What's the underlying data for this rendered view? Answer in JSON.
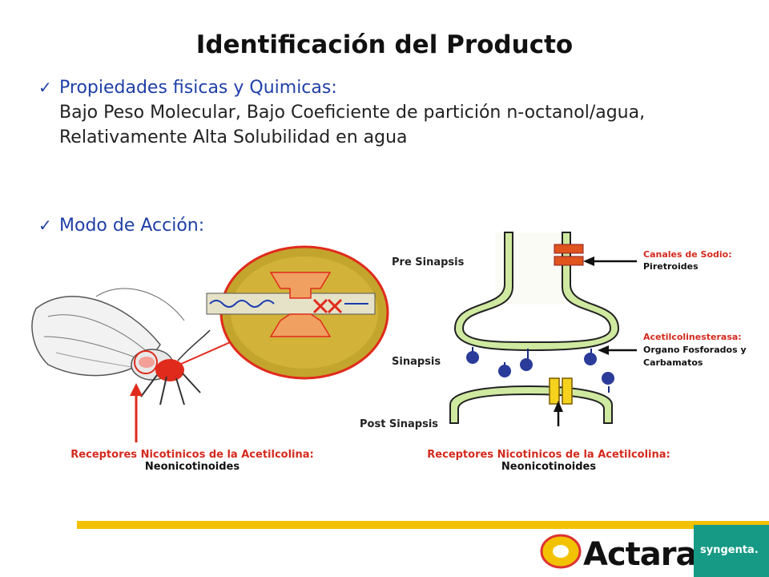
{
  "slide": {
    "title": "Identificación del Producto",
    "bullets": [
      {
        "heading": "Propiedades fisicas y Quimicas:",
        "lines": [
          "Bajo Peso Molecular, Bajo Coeficiente de partición n-octanol/agua,",
          "Relativamente Alta Solubilidad en agua"
        ]
      },
      {
        "heading": "Modo de Acción:"
      }
    ]
  },
  "diagram": {
    "labels": {
      "pre": "Pre Sinapsis",
      "sinapsis": "Sinapsis",
      "post": "Post Sinapsis"
    },
    "annotations": {
      "sodio_title": "Canales de Sodio:",
      "sodio_body": "Piretroides",
      "ache_title": "Acetilcolinesterasa:",
      "ache_body_1": "Organo Fosforados y",
      "ache_body_2": "Carbamatos"
    },
    "captions": [
      {
        "red": "Receptores Nicotinicos de la Acetilcolina:",
        "black": "Neonicotinoides"
      },
      {
        "red": "Receptores Nicotinicos de la Acetilcolina:",
        "black": "Neonicotinoides"
      }
    ]
  },
  "footer": {
    "brand": "Actara",
    "brand_mark": "®",
    "company": "syngenta."
  },
  "colors": {
    "accent_blue": "#1f3fa6",
    "annotation_red": "#d42a1e",
    "membrane_green": "#cfe9a0",
    "footer_bar": "#f2c200",
    "company_teal": "#169a86"
  }
}
